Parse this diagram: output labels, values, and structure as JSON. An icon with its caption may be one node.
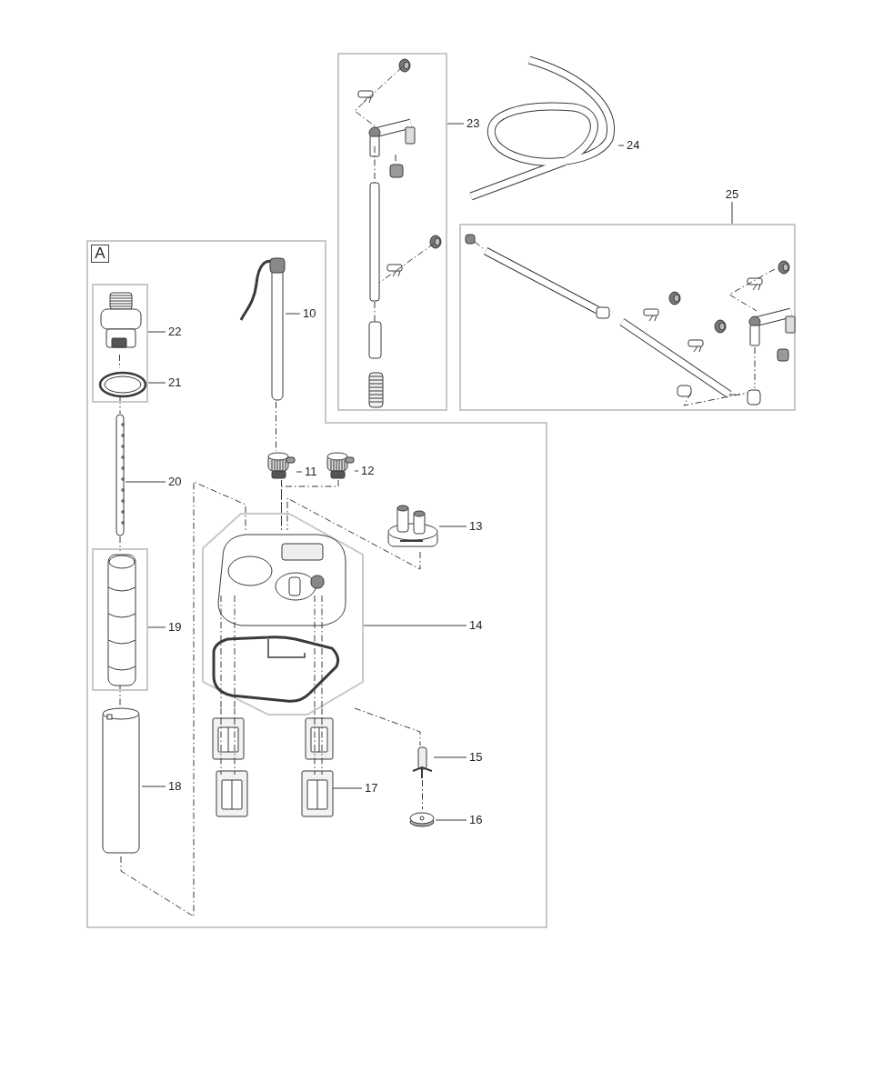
{
  "diagram": {
    "nodes": [
      {
        "text": [
          "A"
        ]
      },
      {
        "text": [],
        "shape": "box",
        "in": 0
      },
      {
        "text": [],
        "shape": "picture",
        "in": 1
      },
      {
        "text": [],
        "shape": "picture",
        "in": 1
      },
      {
        "text": [],
        "shape": "picture",
        "in": 0
      },
      {
        "text": [],
        "shape": "box",
        "in": 0
      },
      {
        "text": [],
        "shape": "picture",
        "in": 5
      },
      {
        "text": [],
        "shape": "picture",
        "in": 0
      },
      {
        "text": [],
        "shape": "picture",
        "in": 0
      },
      {
        "text": [],
        "shape": "picture",
        "in": 0
      },
      {
        "text": [],
        "shape": "picture",
        "in": 0
      },
      {
        "text": [],
        "shape": "picture",
        "in": 0
      },
      {
        "text": [],
        "shape": "hexagon",
        "in": 0
      },
      {
        "text": [],
        "shape": "picture",
        "in": 12
      },
      {
        "text": [],
        "shape": "picture",
        "in": 0
      },
      {
        "text": [],
        "shape": "picture",
        "in": 0
      },
      {
        "text": [],
        "shape": "picture",
        "in": 0
      },
      {
        "text": [],
        "shape": "box"
      },
      {
        "text": [],
        "shape": "picture",
        "in": 17
      },
      {
        "text": [],
        "shape": "picture"
      },
      {
        "text": [],
        "shape": "box"
      },
      {
        "text": [],
        "shape": "picture",
        "in": 20
      },
      {
        "text": [
          "22"
        ],
        "in": 0
      },
      {
        "text": [
          "21"
        ],
        "in": 0
      },
      {
        "text": [
          "20"
        ],
        "in": 0
      },
      {
        "text": [
          "19"
        ],
        "in": 0
      },
      {
        "text": [
          "18"
        ],
        "in": 0
      },
      {
        "text": [
          "10"
        ],
        "in": 0
      },
      {
        "text": [
          "11"
        ],
        "in": 0
      },
      {
        "text": [
          "12"
        ],
        "in": 0
      },
      {
        "text": [
          "13"
        ],
        "in": 0
      },
      {
        "text": [
          "14"
        ],
        "in": 0
      },
      {
        "text": [
          "15"
        ],
        "in": 0
      },
      {
        "text": [
          "16"
        ],
        "in": 0
      },
      {
        "text": [
          "17"
        ],
        "in": 0
      },
      {
        "text": [
          "23"
        ]
      },
      {
        "text": [
          "24"
        ]
      },
      {
        "text": [
          "25"
        ]
      }
    ],
    "edges": [
      {
        "from": 22,
        "to": 1,
        "arrow": "none"
      },
      {
        "from": 23,
        "to": 3,
        "arrow": "none"
      },
      {
        "from": 24,
        "to": 4,
        "arrow": "none"
      },
      {
        "from": 25,
        "to": 5,
        "arrow": "none"
      },
      {
        "from": 26,
        "to": 7,
        "arrow": "none"
      },
      {
        "from": 27,
        "to": 8,
        "arrow": "none"
      },
      {
        "from": 28,
        "to": 9,
        "arrow": "none"
      },
      {
        "from": 29,
        "to": 10,
        "arrow": "none"
      },
      {
        "from": 30,
        "to": 11,
        "arrow": "none"
      },
      {
        "from": 31,
        "to": 12,
        "arrow": "none"
      },
      {
        "from": 32,
        "to": 14,
        "arrow": "none"
      },
      {
        "from": 33,
        "to": 15,
        "arrow": "none"
      },
      {
        "from": 34,
        "to": 16,
        "arrow": "none"
      },
      {
        "from": 35,
        "to": 17,
        "arrow": "none"
      },
      {
        "from": 36,
        "to": 19,
        "arrow": "none"
      },
      {
        "from": 37,
        "to": 20,
        "arrow": "none"
      },
      {
        "from": 2,
        "to": 3,
        "arrow": "none",
        "style": "dashed"
      },
      {
        "from": 3,
        "to": 4,
        "arrow": "none",
        "style": "dashed"
      },
      {
        "from": 4,
        "to": 6,
        "arrow": "none",
        "style": "dashed"
      },
      {
        "from": 6,
        "to": 7,
        "arrow": "none",
        "style": "dashed"
      },
      {
        "from": 8,
        "to": 9,
        "arrow": "none",
        "style": "dashed"
      },
      {
        "from": 9,
        "to": 13,
        "arrow": "none",
        "style": "dashed"
      },
      {
        "from": 14,
        "to": 15,
        "arrow": "none",
        "style": "dashed"
      },
      {
        "from": 7,
        "to": 13,
        "arrow": "none",
        "style": "dashed"
      },
      {
        "from": 10,
        "to": 13,
        "arrow": "none",
        "style": "dashed"
      },
      {
        "from": 11,
        "to": 13,
        "arrow": "none",
        "style": "dashed"
      },
      {
        "from": 13,
        "to": 16,
        "arrow": "none",
        "style": "dashed"
      },
      {
        "from": 13,
        "to": 16,
        "arrow": "none",
        "style": "dashed"
      },
      {
        "from": 13,
        "to": 16,
        "arrow": "none",
        "style": "dashed"
      },
      {
        "from": 13,
        "to": 16,
        "arrow": "none",
        "style": "dashed"
      },
      {
        "from": 13,
        "to": 14,
        "arrow": "none",
        "style": "dashed"
      }
    ]
  }
}
